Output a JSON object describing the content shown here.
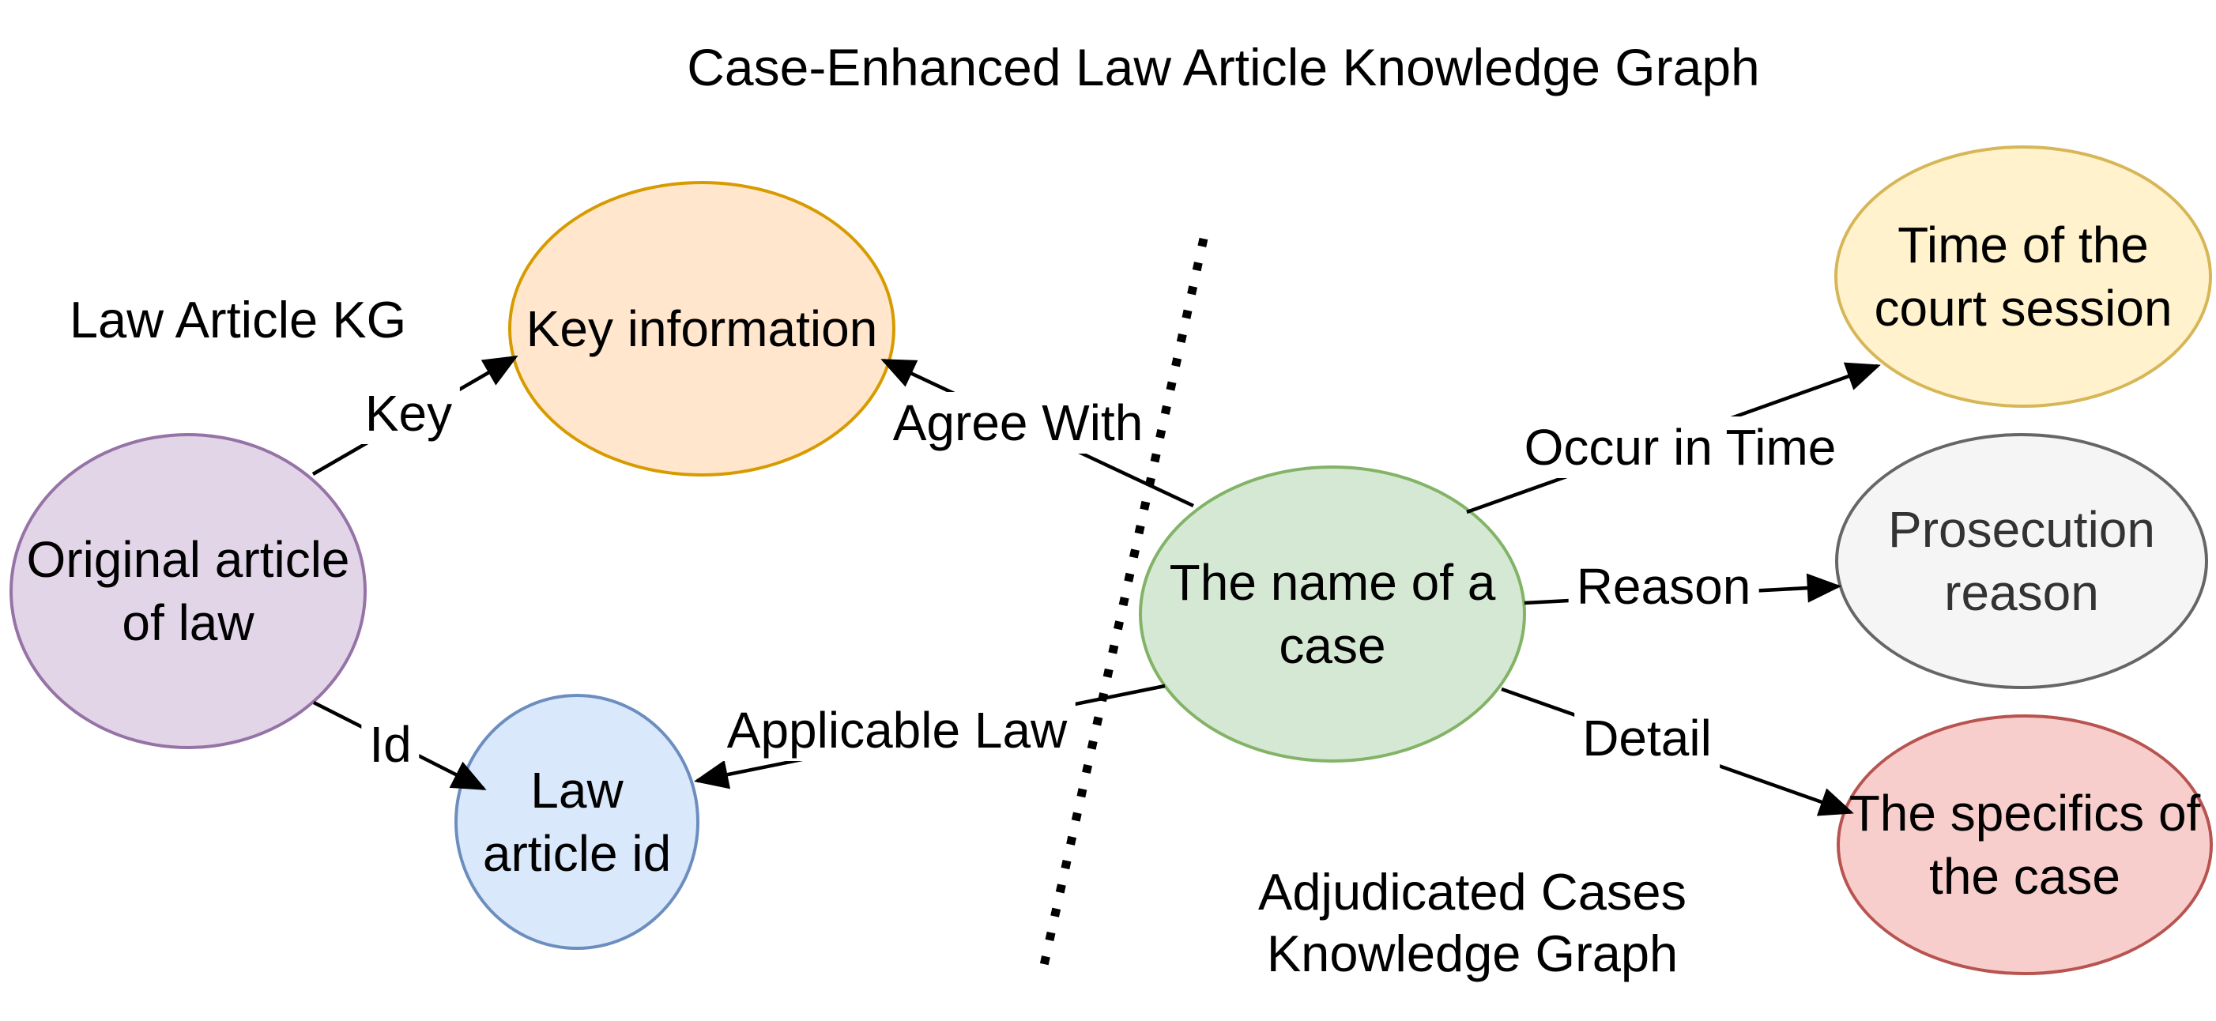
{
  "title": "Case-Enhanced Law Article Knowledge Graph",
  "sections": {
    "left_label": "Law Article KG",
    "right_label_line1": "Adjudicated Cases",
    "right_label_line2": "Knowledge Graph"
  },
  "nodes": [
    {
      "id": "original-article-of-law",
      "line1": "Original article",
      "line2": "of law",
      "fill": "#E1D5E7",
      "stroke": "#9673A6",
      "text_color": "#000000"
    },
    {
      "id": "key-information",
      "line1": "Key information",
      "line2": "",
      "fill": "#FFE6CC",
      "stroke": "#D79B00",
      "text_color": "#000000"
    },
    {
      "id": "law-article-id",
      "line1": "Law",
      "line2": "article id",
      "fill": "#DAE8FC",
      "stroke": "#6C8EBF",
      "text_color": "#000000"
    },
    {
      "id": "the-name-of-a-case",
      "line1": "The name of a",
      "line2": "case",
      "fill": "#D5E8D4",
      "stroke": "#82B366",
      "text_color": "#000000"
    },
    {
      "id": "time-of-court-session",
      "line1": "Time of the",
      "line2": "court session",
      "fill": "#FFF2CC",
      "stroke": "#D6B656",
      "text_color": "#000000"
    },
    {
      "id": "prosecution-reason",
      "line1": "Prosecution",
      "line2": "reason",
      "fill": "#F5F5F5",
      "stroke": "#666666",
      "text_color": "#333333"
    },
    {
      "id": "the-specifics-of-case",
      "line1": "The specifics of",
      "line2": "the case",
      "fill": "#F8CECC",
      "stroke": "#B85450",
      "text_color": "#000000"
    }
  ],
  "edges": [
    {
      "id": "key",
      "label": "Key"
    },
    {
      "id": "id",
      "label": "Id"
    },
    {
      "id": "agree-with",
      "label": "Agree With"
    },
    {
      "id": "applicable-law",
      "label": "Applicable Law"
    },
    {
      "id": "occur-in-time",
      "label": "Occur in Time"
    },
    {
      "id": "reason",
      "label": "Reason"
    },
    {
      "id": "detail",
      "label": "Detail"
    }
  ],
  "colors": {
    "edge_line": "#000000",
    "divider_line": "#000000",
    "background": "#ffffff"
  }
}
